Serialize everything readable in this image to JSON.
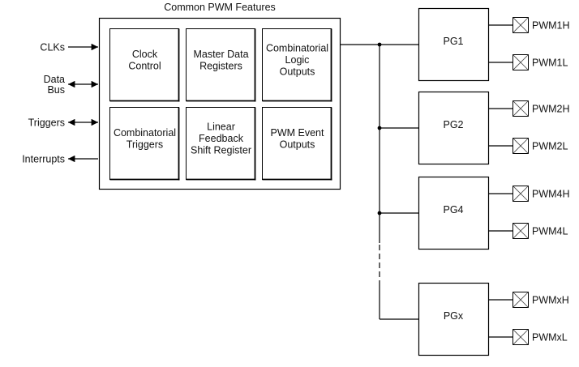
{
  "title": "Common PWM Features",
  "inputs": [
    {
      "label_lines": [
        "CLKs"
      ],
      "direction": "in"
    },
    {
      "label_lines": [
        "Data",
        "Bus"
      ],
      "direction": "bidirectional"
    },
    {
      "label_lines": [
        "Triggers"
      ],
      "direction": "bidirectional"
    },
    {
      "label_lines": [
        "Interrupts"
      ],
      "direction": "out"
    }
  ],
  "feature_blocks": [
    {
      "lines": [
        "Clock",
        "Control"
      ]
    },
    {
      "lines": [
        "Master Data",
        "Registers"
      ]
    },
    {
      "lines": [
        "Combinatorial",
        "Logic",
        "Outputs"
      ]
    },
    {
      "lines": [
        "Combinatorial",
        "Triggers"
      ]
    },
    {
      "lines": [
        "Linear",
        "Feedback",
        "Shift Register"
      ]
    },
    {
      "lines": [
        "PWM Event",
        "Outputs"
      ]
    }
  ],
  "generators": [
    {
      "name": "PG1",
      "pins": [
        "PWM1H",
        "PWM1L"
      ]
    },
    {
      "name": "PG2",
      "pins": [
        "PWM2H",
        "PWM2L"
      ]
    },
    {
      "name": "PG4",
      "pins": [
        "PWM4H",
        "PWM4L"
      ]
    },
    {
      "name": "PGx",
      "pins": [
        "PWMxH",
        "PWMxL"
      ]
    }
  ]
}
